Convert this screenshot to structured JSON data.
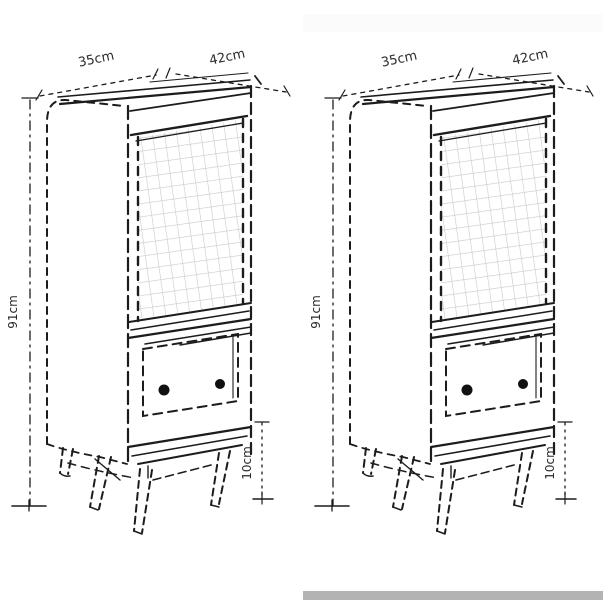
{
  "page": {
    "background": "#ffffff",
    "description": "Two sketch-style dimension drawings of a mesh-front cabinet"
  },
  "colors": {
    "ink": "#1c1c1c",
    "mesh_grid": "#c9c9c9",
    "top_strip": "#fbfbfb",
    "bottom_strip": "#b3b3b3",
    "background": "#ffffff"
  },
  "drawings": [
    {
      "id": "left-cabinet-sketch",
      "labels": {
        "top_left_depth": "35cm",
        "top_right_width": "42cm",
        "side_height": "91cm",
        "leg_height": "10cm"
      }
    },
    {
      "id": "right-cabinet-sketch",
      "labels": {
        "top_left_depth": "35cm",
        "top_right_width": "42cm",
        "side_height": "91cm",
        "leg_height": "10cm"
      }
    }
  ]
}
